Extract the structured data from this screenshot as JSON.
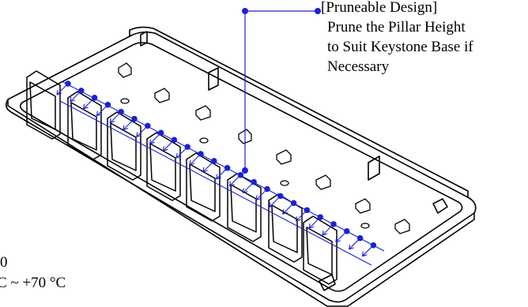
{
  "callout": {
    "lines": [
      "[Pruneable Design]",
      "Prune the Pillar Height",
      "to Suit Keystone Base if",
      "Necessary"
    ]
  },
  "specs": {
    "lines": [
      "0",
      "C ~ +70 °C"
    ]
  },
  "colors": {
    "leader": "#1a22d8",
    "outline": "#000000",
    "background": "#ffffff"
  }
}
